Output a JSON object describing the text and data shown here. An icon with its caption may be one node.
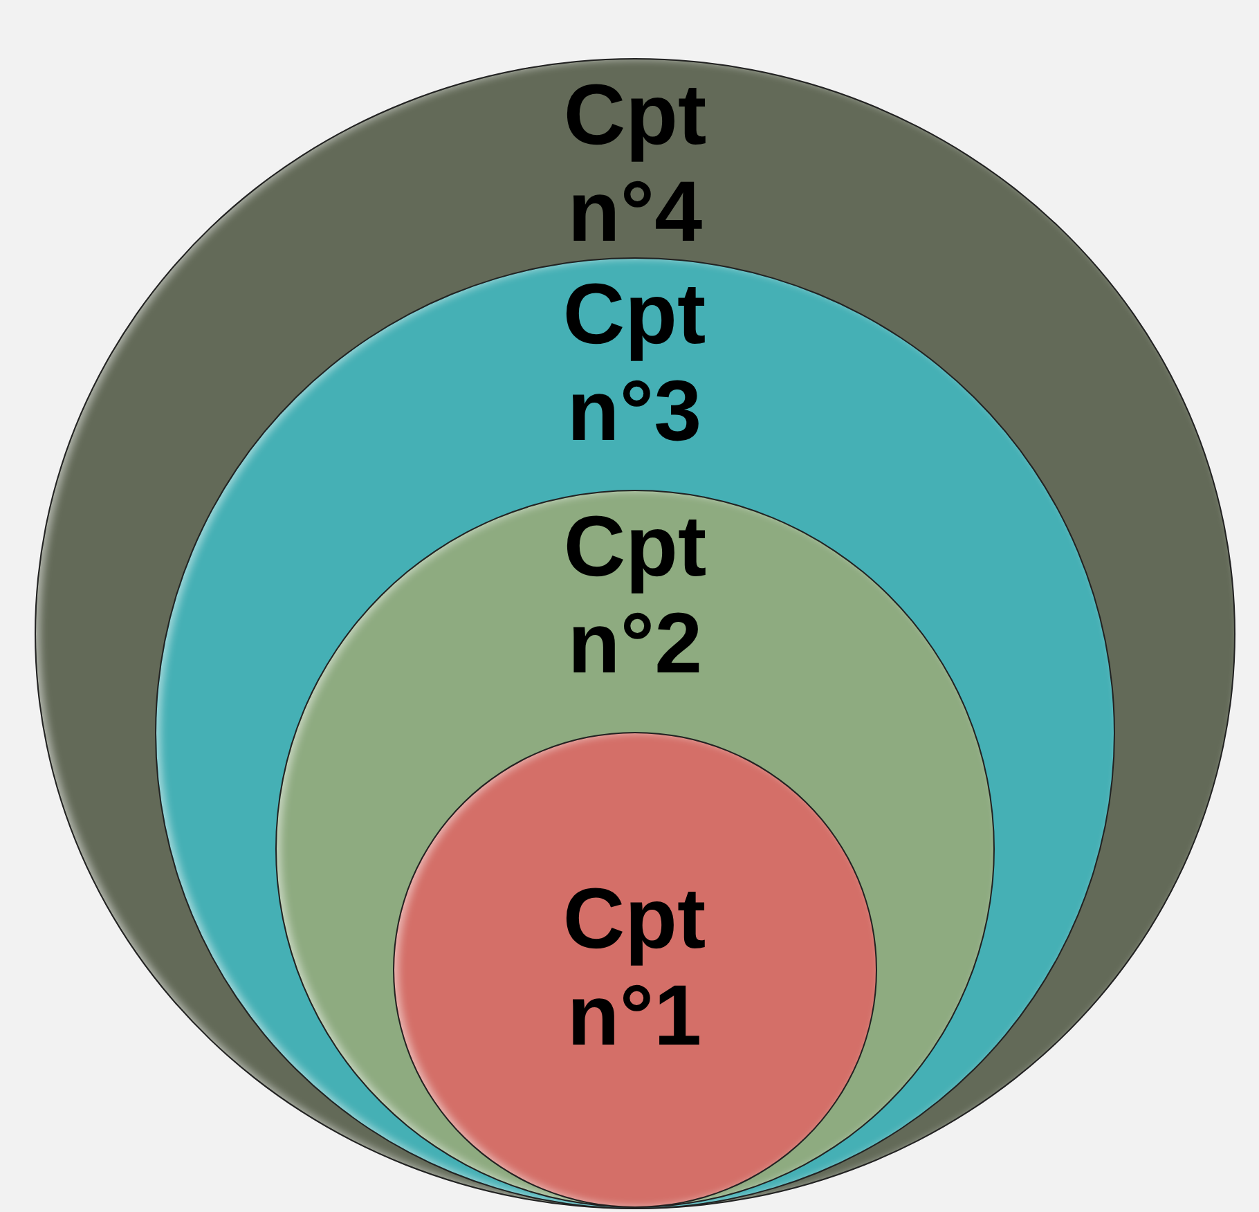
{
  "diagram": {
    "nodes": [
      {
        "text": [
          "Cpt n°4"
        ]
      },
      {
        "text": [
          "Cpt n°3"
        ],
        "in": 0
      },
      {
        "text": [
          "Cpt n°2"
        ],
        "in": 1
      },
      {
        "text": [
          "Cpt n°1"
        ],
        "in": 2
      }
    ]
  }
}
